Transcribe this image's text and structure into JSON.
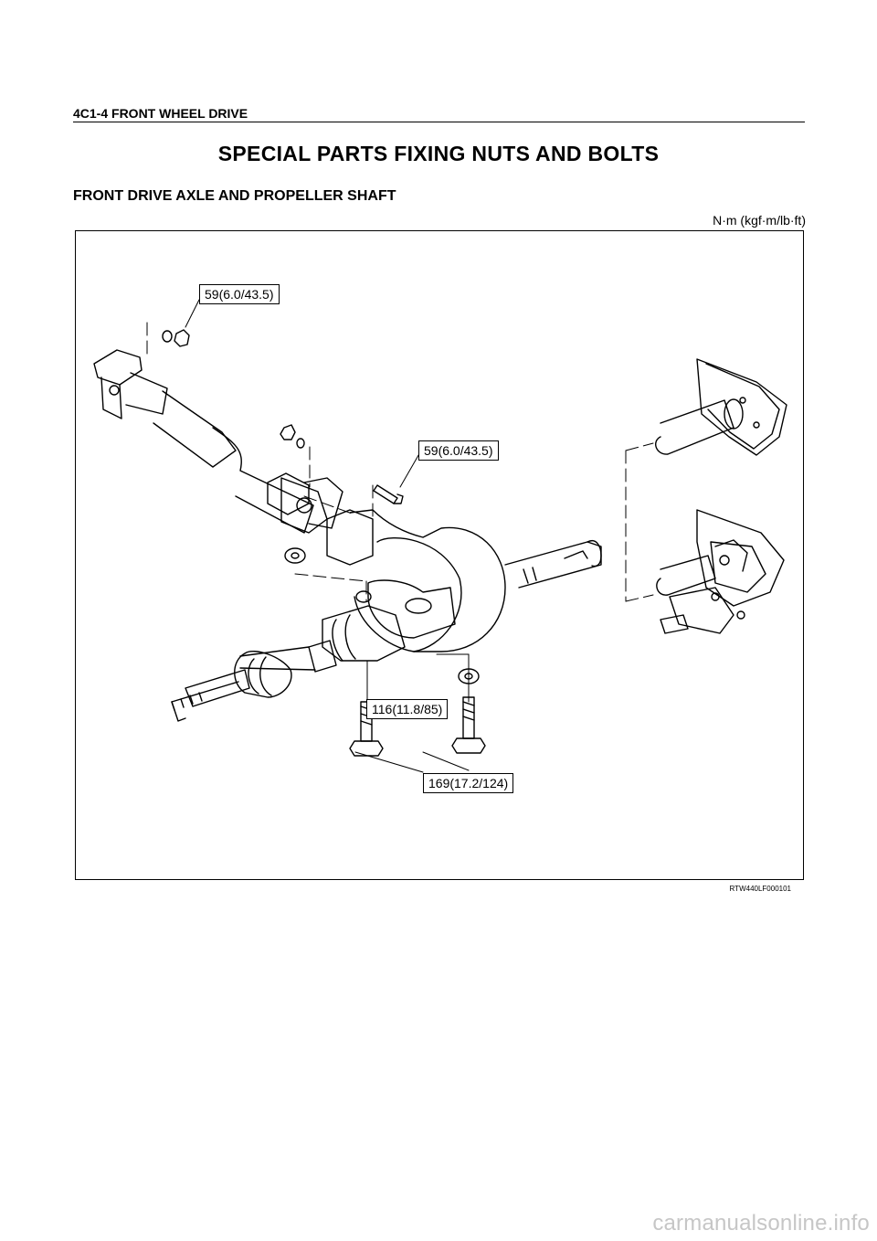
{
  "header": {
    "section": "4C1-4  FRONT WHEEL DRIVE"
  },
  "page": {
    "title": "SPECIAL PARTS FIXING NUTS AND BOLTS",
    "subtitle": "FRONT DRIVE AXLE AND PROPELLER SHAFT",
    "units": "N·m (kgf·m/lb·ft)"
  },
  "figure": {
    "callouts": [
      "59(6.0/43.5)",
      "59(6.0/43.5)",
      "116(11.8/85)",
      "169(17.2/124)"
    ],
    "code": "RTW440LF000101"
  },
  "watermark": "carmanualsonline.info"
}
